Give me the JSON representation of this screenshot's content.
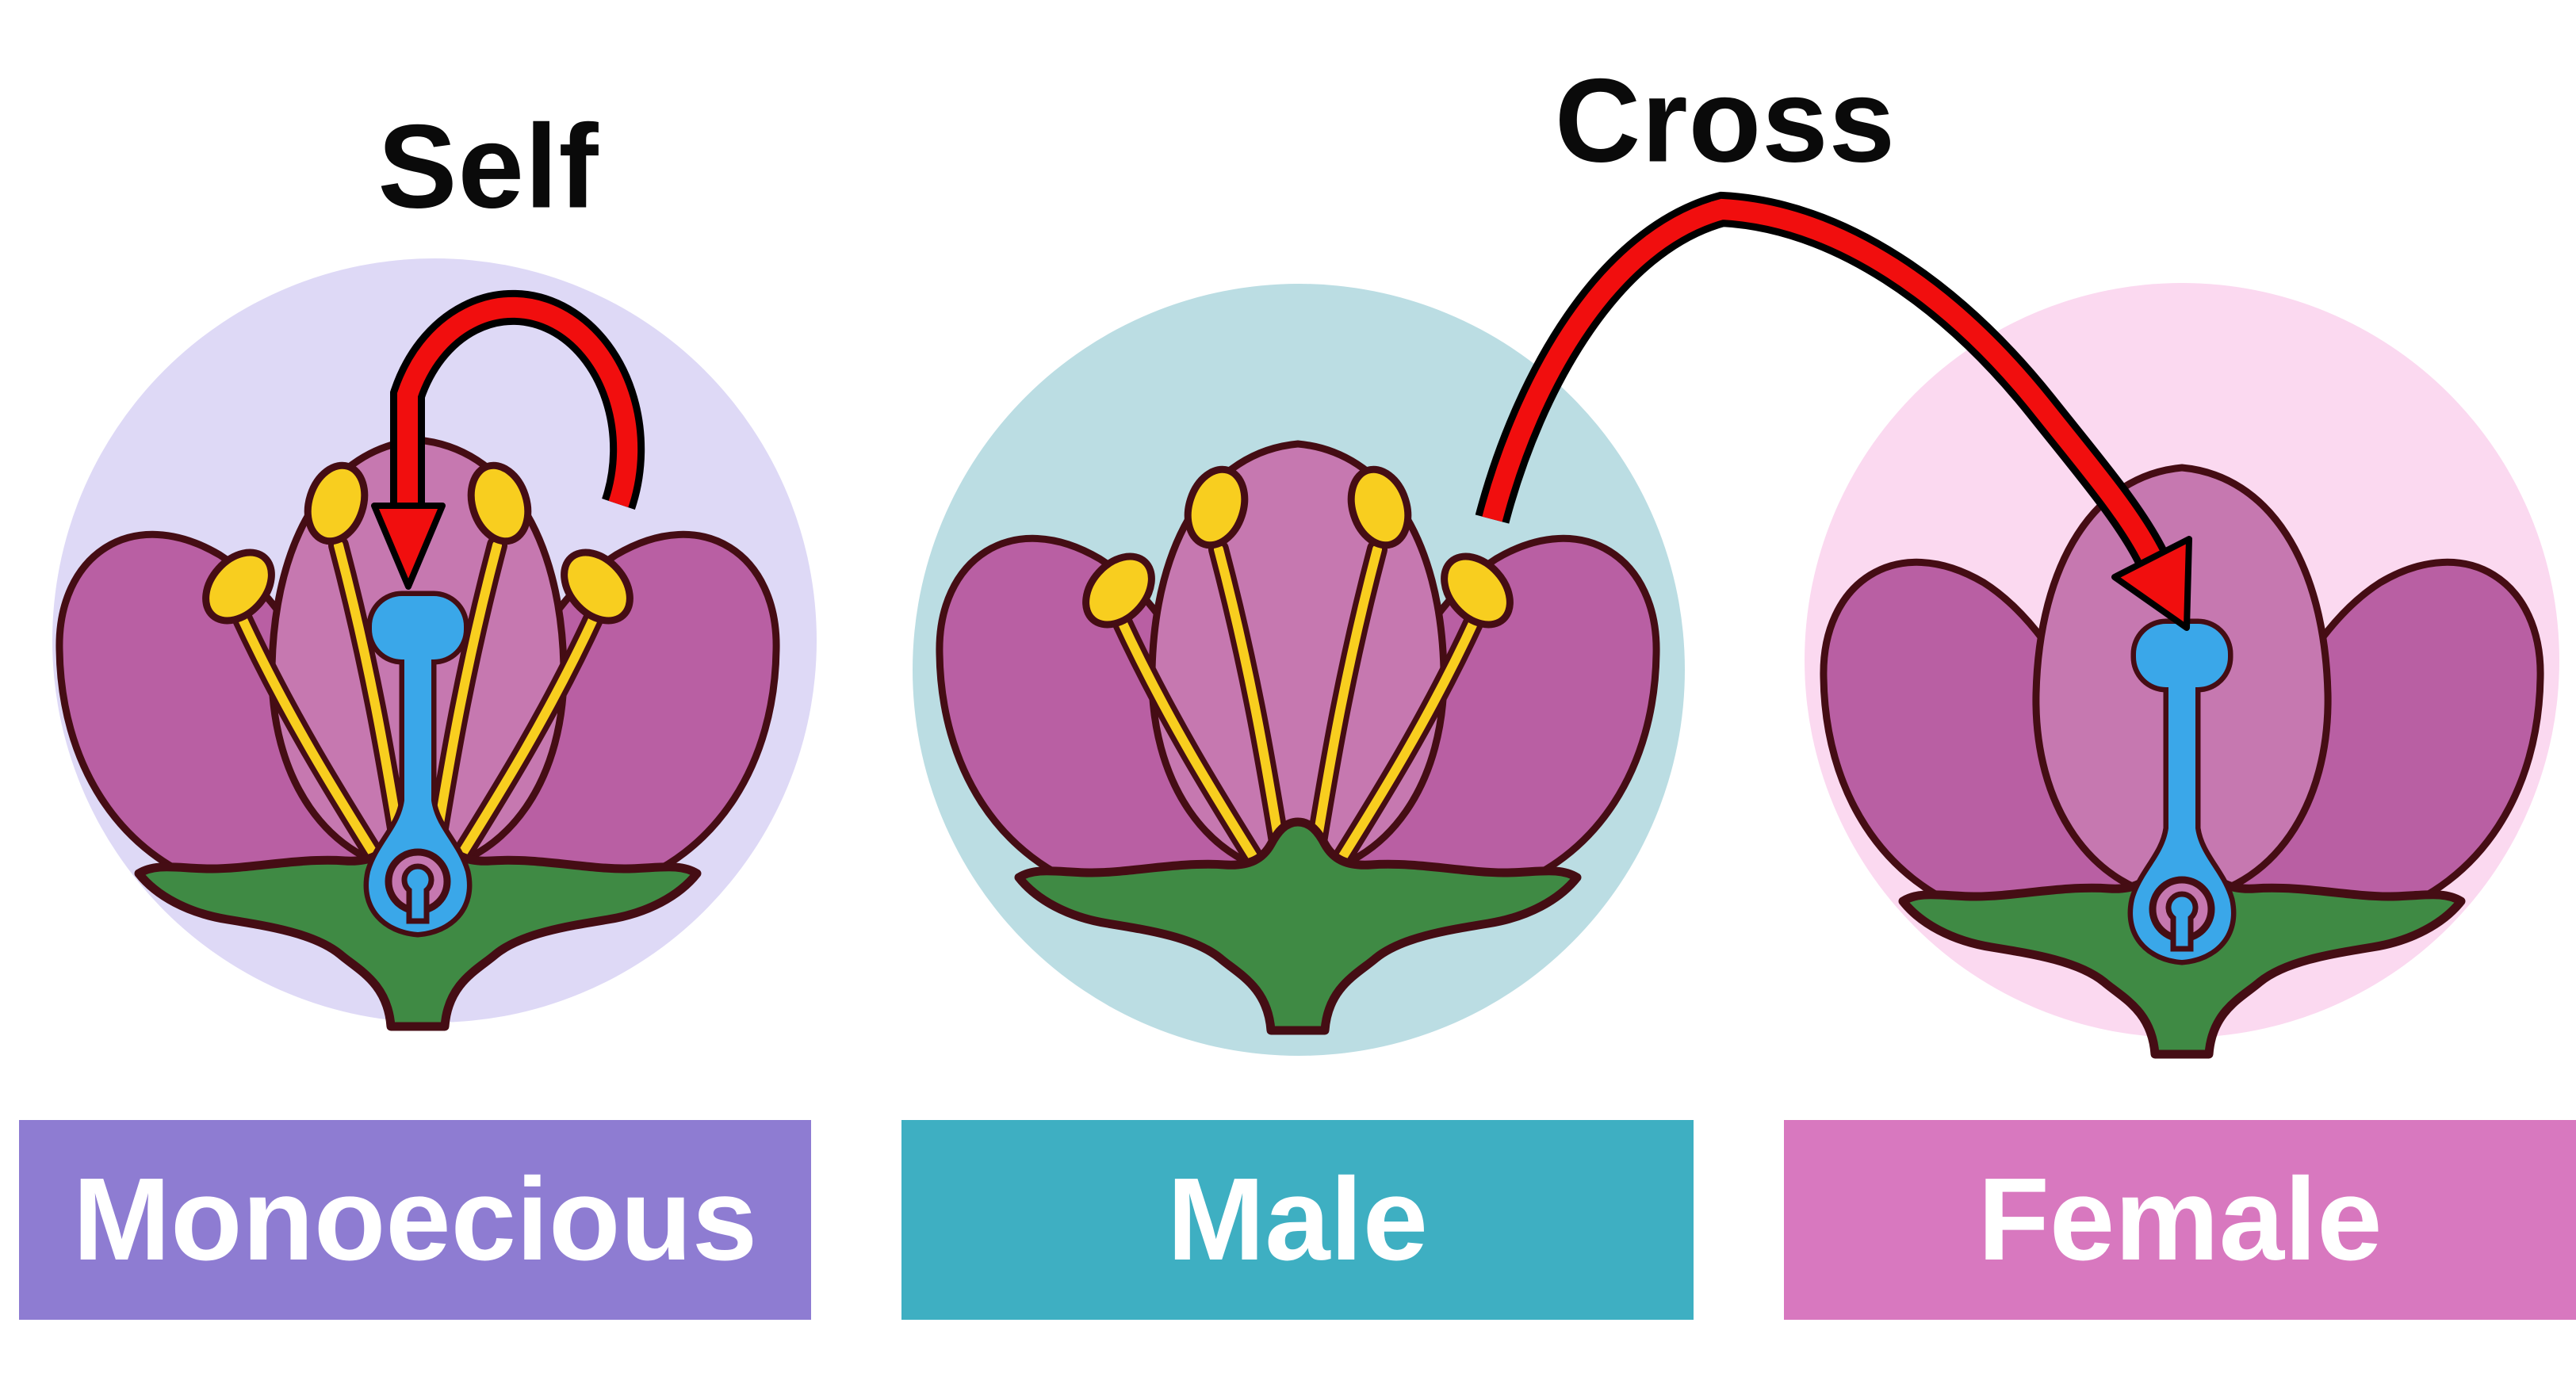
{
  "annotations": {
    "self_label": "Self",
    "cross_label": "Cross"
  },
  "panels": [
    {
      "name": "monoecious",
      "label": "Monoecious",
      "label_bg": "#8E7CD2",
      "circle_color": "#DED9F6",
      "show_stamens": true,
      "show_pistil": true
    },
    {
      "name": "male",
      "label": "Male",
      "label_bg": "#3EAFC2",
      "circle_color": "#BBDDE3",
      "show_stamens": true,
      "show_pistil": false
    },
    {
      "name": "female",
      "label": "Female",
      "label_bg": "#D878BF",
      "circle_color": "#FBD9F0",
      "show_stamens": false,
      "show_pistil": true
    }
  ],
  "arrows": [
    {
      "name": "self-pollination-arrow",
      "label": "Self",
      "color": "#F10E0E",
      "from": "monoecious",
      "to": "monoecious"
    },
    {
      "name": "cross-pollination-arrow",
      "label": "Cross",
      "color": "#F10E0E",
      "from": "male",
      "to": "female"
    }
  ],
  "flower_colors": {
    "outer_petal": "#B95FA3",
    "inner_petal": "#C678B0",
    "stamen_yellow": "#F8CE1F",
    "pistil_blue": "#3AA7E9",
    "sepal_stem_green": "#3F8A44",
    "outline_maroon": "#450D14",
    "arrow_red": "#F10E0E",
    "label_text": "#FFFFFF",
    "annotation_text": "#0A0A0A"
  }
}
